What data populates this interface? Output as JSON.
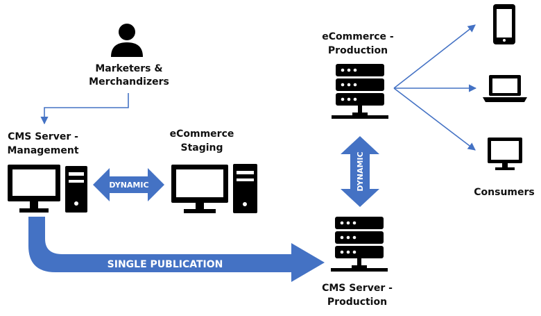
{
  "labels": {
    "marketers_line1": "Marketers &",
    "marketers_line2": "Merchandizers",
    "cms_mgmt_line1": "CMS Server -",
    "cms_mgmt_line2": "Management",
    "staging_line1": "eCommerce",
    "staging_line2": "Staging",
    "ecom_prod_line1": "eCommerce -",
    "ecom_prod_line2": "Production",
    "cms_prod_line1": "CMS Server -",
    "cms_prod_line2": "Production",
    "consumers": "Consumers"
  },
  "arrows": {
    "dynamic_horizontal": "DYNAMIC",
    "dynamic_vertical": "DYNAMIC",
    "single_publication": "SINGLE PUBLICATION"
  },
  "icons": {
    "person": "person-icon",
    "workstation": "desktop-computer-icon",
    "server": "server-rack-icon",
    "phone": "mobile-phone-icon",
    "laptop": "laptop-icon",
    "monitor": "monitor-icon"
  },
  "colors": {
    "arrow_fill": "#4472C4",
    "connector_line": "#4472C4",
    "icon_fill": "#000000",
    "text": "#111111",
    "arrow_text": "#ffffff"
  }
}
